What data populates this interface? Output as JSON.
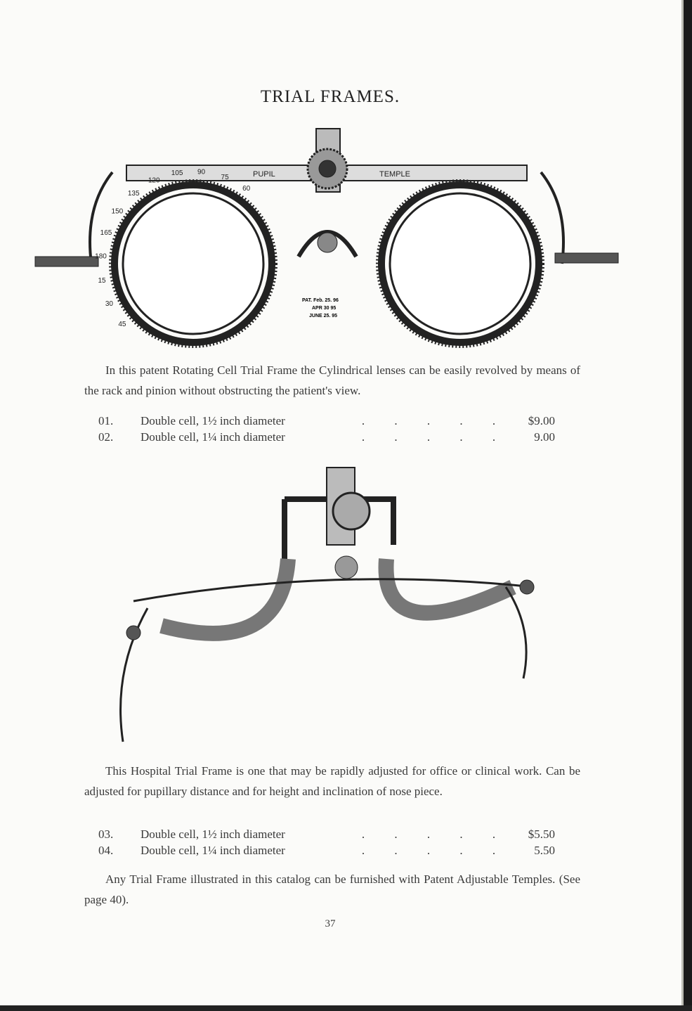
{
  "title": "TRIAL FRAMES.",
  "figure1": {
    "labels": {
      "pupil": "PUPIL",
      "temple": "TEMPLE"
    },
    "patent": [
      "PAT. Feb. 25. 96",
      "APR 30 95",
      "JUNE 25. 95"
    ],
    "scale_marks": [
      "105",
      "90",
      "75",
      "60",
      "120",
      "135",
      "150",
      "165",
      "180",
      "15",
      "30",
      "45"
    ]
  },
  "paragraph1": "In this patent Rotating Cell Trial Frame the Cylindrical lenses can be easily revolved by means of the rack and pinion without obstructing the patient's view.",
  "prices1": [
    {
      "num": "01.",
      "desc": "Double cell, 1½ inch diameter",
      "dots": ". . . . .",
      "price": "$9.00"
    },
    {
      "num": "02.",
      "desc": "Double cell, 1¼ inch diameter",
      "dots": ". . . . .",
      "price": "9.00"
    }
  ],
  "paragraph2": "This Hospital Trial Frame is one that may be rapidly adjusted for office or clinical work. Can be adjusted for pupillary distance and for height and inclination of nose piece.",
  "prices2": [
    {
      "num": "03.",
      "desc": "Double cell, 1½ inch diameter",
      "dots": ". . . . .",
      "price": "$5.50"
    },
    {
      "num": "04.",
      "desc": "Double cell, 1¼ inch diameter",
      "dots": ". . . . .",
      "price": "5.50"
    }
  ],
  "paragraph3": "Any Trial Frame illustrated in this catalog can be furnished with Patent Adjustable Temples. (See page 40).",
  "page_number": "37"
}
